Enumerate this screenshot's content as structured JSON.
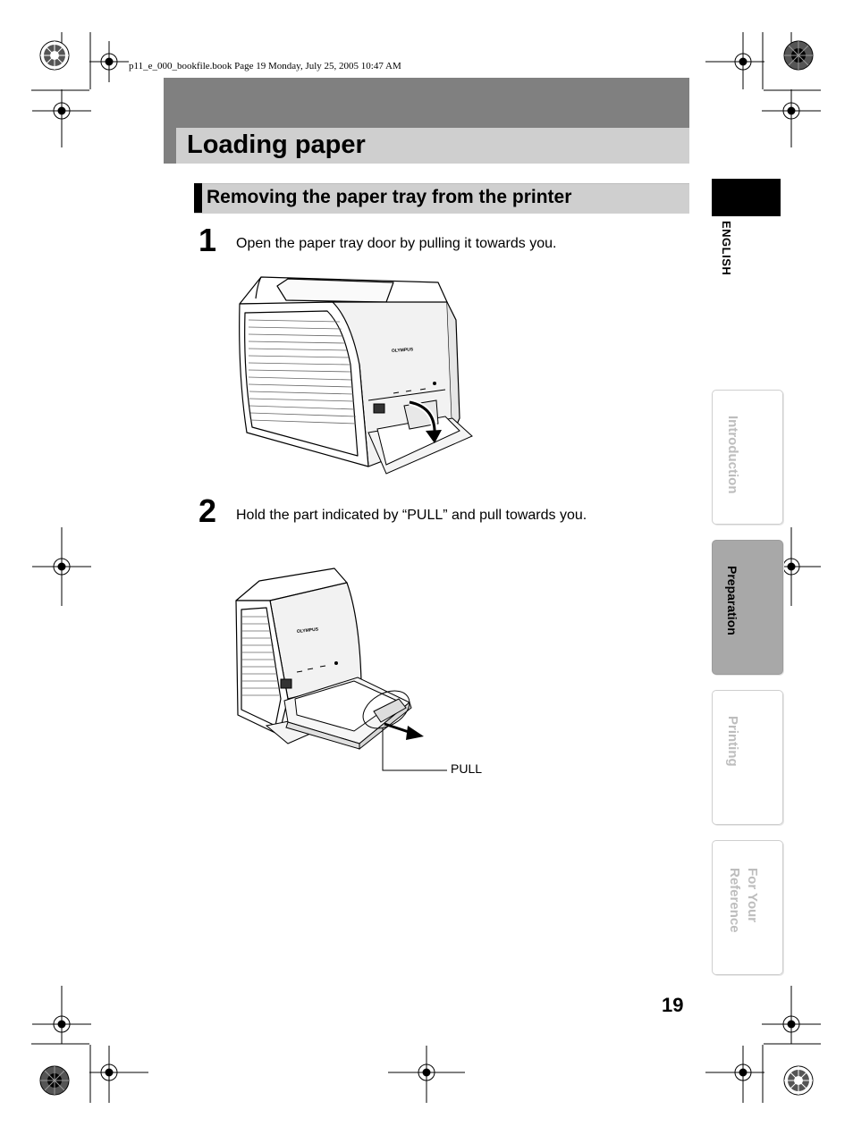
{
  "header": {
    "file_line": "p11_e_000_bookfile.book  Page 19  Monday, July 25, 2005  10:47 AM"
  },
  "page": {
    "title": "Loading paper",
    "section_heading": "Removing the paper tray from the printer",
    "steps": [
      {
        "number": "1",
        "text": "Open the paper tray door by pulling it towards you."
      },
      {
        "number": "2",
        "text": "Hold the part indicated by “PULL” and pull towards you."
      }
    ],
    "figure_labels": {
      "pull": "PULL",
      "brand": "OLYMPUS"
    },
    "page_number": "19"
  },
  "side_index": {
    "language": "ENGLISH",
    "tabs": [
      {
        "label": "Introduction",
        "active": false
      },
      {
        "label": "Preparation",
        "active": true
      },
      {
        "label": "Printing",
        "active": false
      },
      {
        "label": "For Your Reference",
        "active": false
      }
    ]
  },
  "colors": {
    "title_band_dark": "#808080",
    "title_band_light": "#cfcfcf",
    "active_tab": "#a8a8a8",
    "inactive_tab_text": "#bdbdbd"
  }
}
